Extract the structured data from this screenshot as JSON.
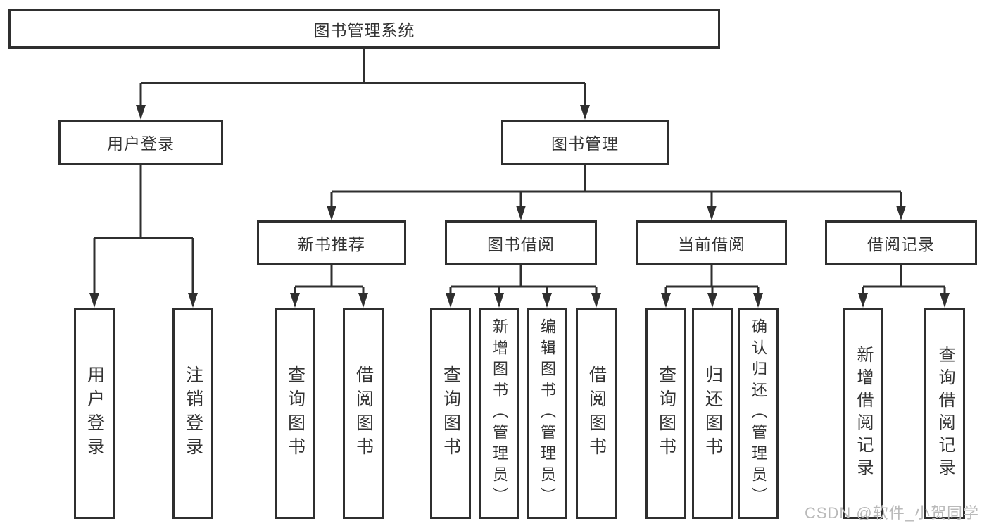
{
  "diagram": {
    "type": "hierarchy-tree",
    "root": {
      "label": "图书管理系统"
    },
    "level2": [
      {
        "label": "用户登录"
      },
      {
        "label": "图书管理"
      }
    ],
    "level3": [
      {
        "label": "新书推荐"
      },
      {
        "label": "图书借阅"
      },
      {
        "label": "当前借阅"
      },
      {
        "label": "借阅记录"
      }
    ],
    "leaves": {
      "user_login": [
        {
          "label": "用户登录"
        },
        {
          "label": "注销登录"
        }
      ],
      "new_book": [
        {
          "label": "查询图书"
        },
        {
          "label": "借阅图书"
        }
      ],
      "book_borrow": [
        {
          "label": "查询图书"
        },
        {
          "label": "新增图书（管理员）"
        },
        {
          "label": "编辑图书（管理员）"
        },
        {
          "label": "借阅图书"
        }
      ],
      "current_borrow": [
        {
          "label": "查询图书"
        },
        {
          "label": "归还图书"
        },
        {
          "label": "确认归还（管理员）"
        }
      ],
      "borrow_record": [
        {
          "label": "新增借阅记录"
        },
        {
          "label": "查询借阅记录"
        }
      ]
    },
    "colors": {
      "line": "#2f2f2f",
      "text": "#333333",
      "watermark": "#b9b9b9",
      "background": "#ffffff"
    },
    "watermark": "CSDN @软件_小贺同学"
  }
}
